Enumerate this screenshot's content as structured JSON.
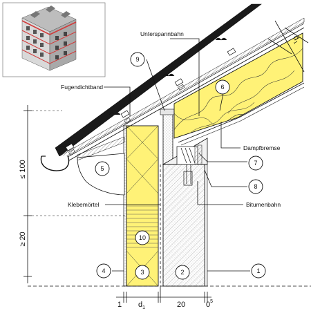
{
  "labels": {
    "unterspannbahn": "Unterspannbahn",
    "fugendichtband": "Fugendichtband",
    "dampfbremse": "Dampfbremse",
    "bitumenbahn": "Bitumenbahn",
    "klebemoertel": "Klebemörtel"
  },
  "markers": [
    "1",
    "2",
    "3",
    "4",
    "5",
    "6",
    "7",
    "8",
    "9",
    "10"
  ],
  "dimensions": {
    "top_roof": "d",
    "top_roof_sub": "1",
    "left_upper": "≤ 100",
    "left_lower": "≥ 20",
    "bottom_1": "1",
    "bottom_d": "d",
    "bottom_d_sub": "1",
    "bottom_20": "20",
    "bottom_05": "0",
    "bottom_05_sup": "5"
  },
  "colors": {
    "insulation": "#fff277",
    "concrete_hatch": "#9a9a9a",
    "roof_tile": "#1a1a1a",
    "thumbnail_accent": "#d23a3a"
  }
}
